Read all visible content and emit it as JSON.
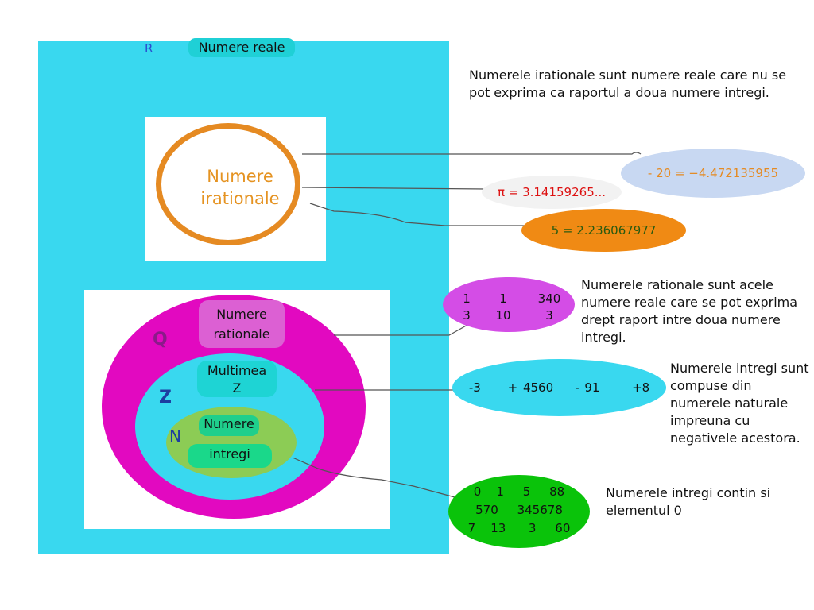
{
  "real": {
    "letter": "R",
    "label": "Numere reale"
  },
  "irrational": {
    "label_line1": "Numere",
    "label_line2": "irationale",
    "note": "Numerele irationale sunt numere reale care nu se pot exprima ca raportul a doua numere intregi.",
    "examples": {
      "sqrt20": "-  20 = −4.472135955",
      "pi": "π = 3.14159265...",
      "sqrt5": "5 = 2.236067977"
    }
  },
  "rational": {
    "letter": "Q",
    "label_line1": "Numere",
    "label_line2": "rationale",
    "note": "Numerele rationale sunt acele numere reale care se pot exprima drept raport intre doua numere intregi.",
    "fractions": [
      {
        "num": "1",
        "den": "3"
      },
      {
        "num": "1",
        "den": "10"
      },
      {
        "num": "340",
        "den": "3"
      }
    ]
  },
  "integers": {
    "letter": "Z",
    "label_line1": "Multimea",
    "label_line2": "Z",
    "note": "Numerele intregi sunt compuse din numerele naturale impreuna cu negativele acestora.",
    "examples": "-3     + 4560    - 91      +8"
  },
  "naturals": {
    "letter": "N",
    "label_line1": "Numere",
    "label_line2": "intregi",
    "note": "Numerele intregi contin si elementul 0",
    "example_rows": [
      "0    1     5     88",
      "570     345678",
      "7    13      3     60"
    ]
  },
  "colors": {
    "real": "#39d8ef",
    "rational": "#e209c0",
    "integers": "#39d8ef",
    "naturals": "#8ccc55",
    "irrational_ring": "#e58a22"
  }
}
